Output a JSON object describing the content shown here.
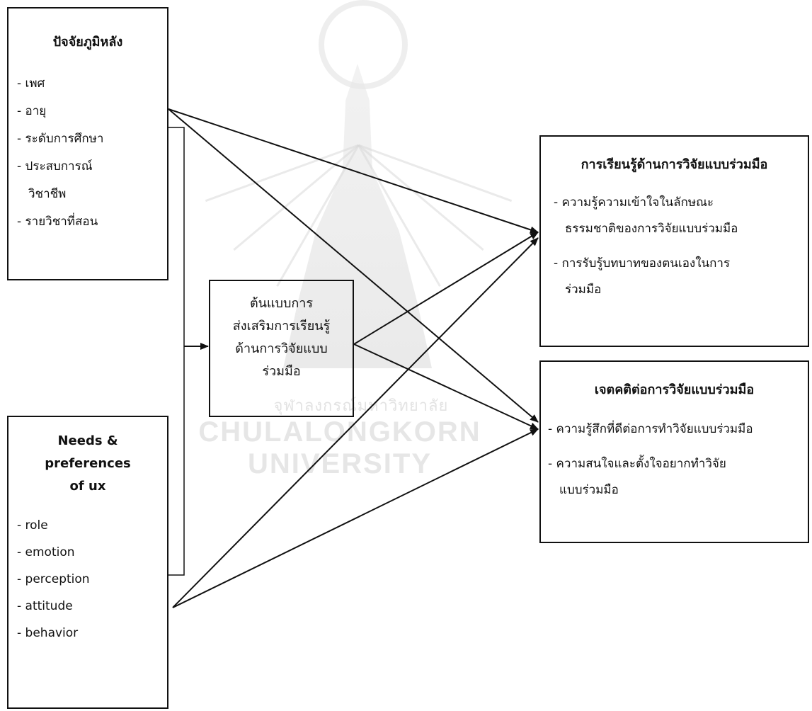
{
  "watermark": {
    "thai": "จุฬาลงกรณ์มหาวิทยาลัย",
    "latin": "CHULALONGKORN UNIVERSITY"
  },
  "background_factors": {
    "title": "ปัจจัยภูมิหลัง",
    "items": [
      "- เพศ",
      "- อายุ",
      "- ระดับการศึกษา",
      "- ประสบการณ์",
      "วิชาชีพ",
      "- รายวิชาที่สอน"
    ]
  },
  "needs": {
    "title": [
      "Needs &",
      "preferences",
      "of ux"
    ],
    "items": [
      "- role",
      "- emotion",
      "- perception",
      "- attitude",
      "- behavior"
    ]
  },
  "model": {
    "lines": [
      "ต้นแบบการ",
      "ส่งเสริมการเรียนรู้",
      "ด้านการวิจัยแบบ",
      "ร่วมมือ"
    ]
  },
  "learning": {
    "title": "การเรียนรู้ด้านการวิจัยแบบร่วมมือ",
    "items": [
      {
        "first": "- ความรู้ความเข้าใจในลักษณะ",
        "second": "ธรรมชาติของการวิจัยแบบร่วมมือ"
      },
      {
        "first": "- การรับรู้บทบาทของตนเองในการ",
        "second": "ร่วมมือ"
      }
    ]
  },
  "attitude": {
    "title": "เจตคติต่อการวิจัยแบบร่วมมือ",
    "items": [
      {
        "first": "- ความรู้สึกที่ดีต่อการทำวิจัยแบบร่วมมือ",
        "second": ""
      },
      {
        "first": "- ความสนใจและตั้งใจอยากทำวิจัย",
        "second": "แบบร่วมมือ"
      }
    ]
  }
}
